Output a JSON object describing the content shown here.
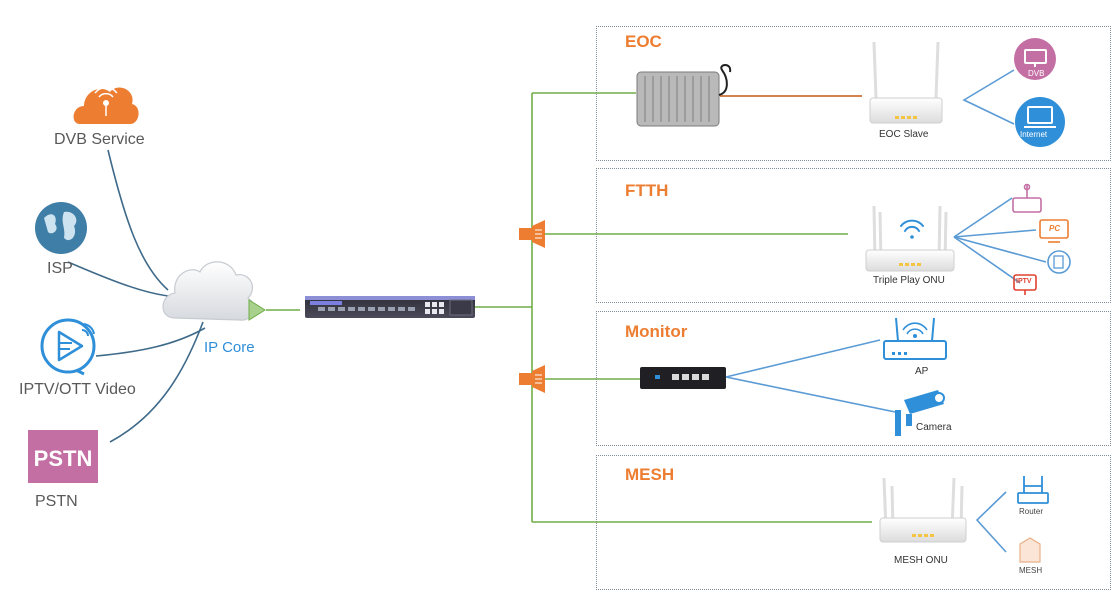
{
  "sources": {
    "dvb": "DVB Service",
    "isp": "ISP",
    "iptv": "IPTV/OTT Video",
    "pstn": "PSTN",
    "pstn_logo": "PSTN"
  },
  "core": {
    "label": "IP Core"
  },
  "sections": {
    "eoc": {
      "title": "EOC",
      "device": "EOC Slave",
      "terminals": [
        "DVB",
        "Internet"
      ]
    },
    "ftth": {
      "title": "FTTH",
      "device": "Triple Play ONU",
      "terminals": [
        "PC",
        "IPTV"
      ]
    },
    "monitor": {
      "title": "Monitor",
      "devices": [
        "AP",
        "Camera"
      ]
    },
    "mesh": {
      "title": "MESH",
      "device": "MESH ONU",
      "terminals": [
        "Router",
        "MESH"
      ]
    }
  },
  "colors": {
    "accent": "#ED7D31",
    "source_link": "#3F6A8A",
    "fiber": "#70AD47",
    "device_link": "#5B9BD5",
    "coax": "#C55A11",
    "olt_body": "#5B5FAF",
    "dvb_icon": "#C36FA4",
    "blue_icon": "#2F8FD8"
  }
}
